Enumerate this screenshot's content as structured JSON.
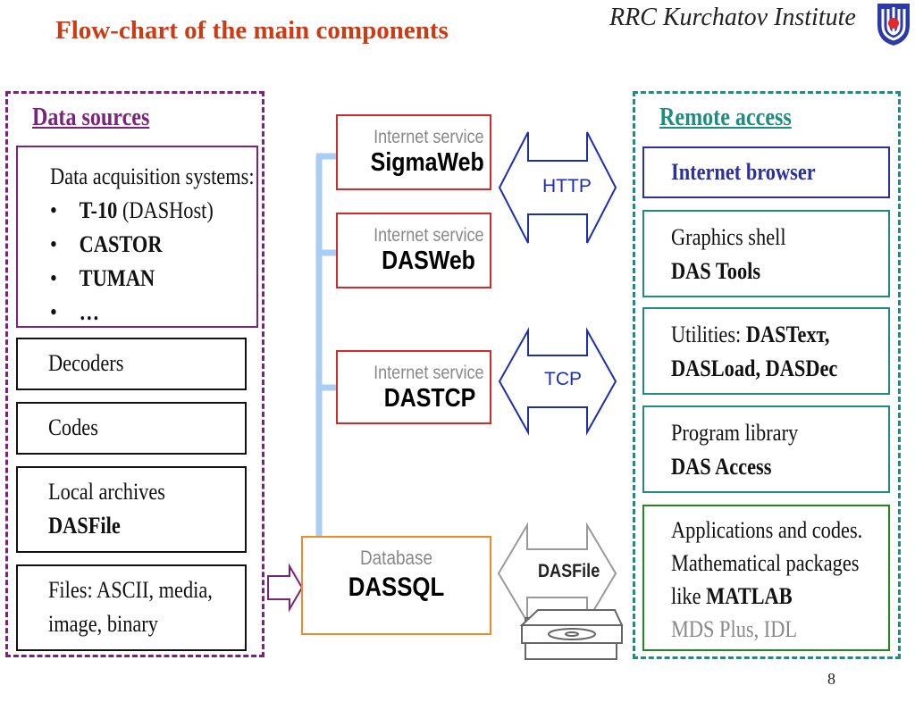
{
  "header": {
    "title": "Flow-chart of the main components",
    "institute": "RRC Kurchatov Institute"
  },
  "data_sources": {
    "title": "Data sources",
    "acquisition": {
      "heading": "Data acquisition systems:",
      "items": [
        {
          "bold": "T-10",
          "rest": " (DASHost)"
        },
        {
          "bold": "CASTOR",
          "rest": ""
        },
        {
          "bold": "TUMAN",
          "rest": ""
        },
        {
          "bold": "…",
          "rest": ""
        }
      ]
    },
    "decoders": "Decoders",
    "codes": "Codes",
    "archives": {
      "line1": "Local archives",
      "line2": "DASFile"
    },
    "files": {
      "line1": "Files: ASCII, media,",
      "line2": "image, binary"
    }
  },
  "services": [
    {
      "caption": "Internet service",
      "name": "SigmaWeb"
    },
    {
      "caption": "Internet service",
      "name": "DASWeb"
    },
    {
      "caption": "Internet service",
      "name": "DASTCP"
    }
  ],
  "database": {
    "caption": "Database",
    "name": "DASSQL"
  },
  "protocols": {
    "http": "HTTP",
    "tcp": "TCP",
    "file": "DASFile"
  },
  "remote_access": {
    "title": "Remote access",
    "browser": "Internet browser",
    "graphics": {
      "line1": "Graphics shell",
      "line2": "DAS Tools"
    },
    "utilities": {
      "prefix": "Utilities: ",
      "line1_bold": "DASTexт,",
      "line2": "DASLoad, DASDec"
    },
    "library": {
      "line1": "Program library",
      "line2": "DAS Access"
    },
    "applications": {
      "line1": "Applications and codes.",
      "line2": "Mathematical packages",
      "line3_prefix": "like ",
      "line3_bold": "MATLAB",
      "line4": "MDS Plus, IDL"
    }
  },
  "page_number": "8",
  "colors": {
    "title": "#d03a12",
    "data_sources": "#7b237b",
    "remote_access": "#1f8c82",
    "services_border": "#d42a2a",
    "database_border": "#ef8a2b",
    "arrows": "#1d2fae",
    "connector": "#a9cdf5"
  }
}
